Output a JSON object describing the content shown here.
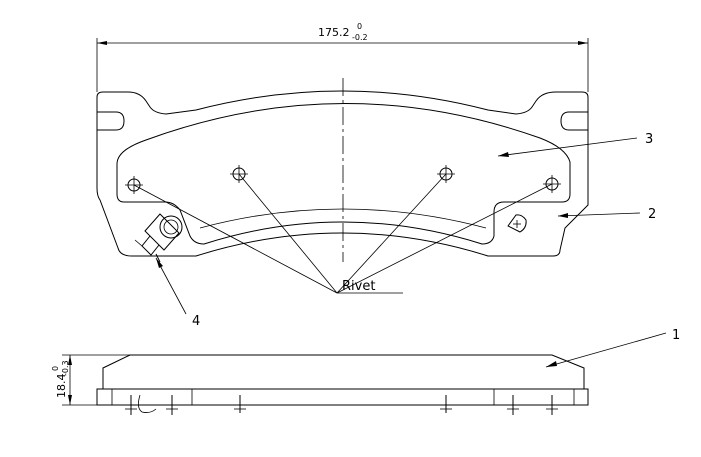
{
  "dimensions": {
    "width_nominal": "175.2",
    "width_upper_tol": "0",
    "width_lower_tol": "-0.2",
    "thickness_nominal": "18.4",
    "thickness_upper_tol": "0",
    "thickness_lower_tol": "-0.3"
  },
  "callouts": {
    "item_1": "1",
    "item_2": "2",
    "item_3": "3",
    "item_4": "4",
    "rivet_label": "Rivet"
  }
}
